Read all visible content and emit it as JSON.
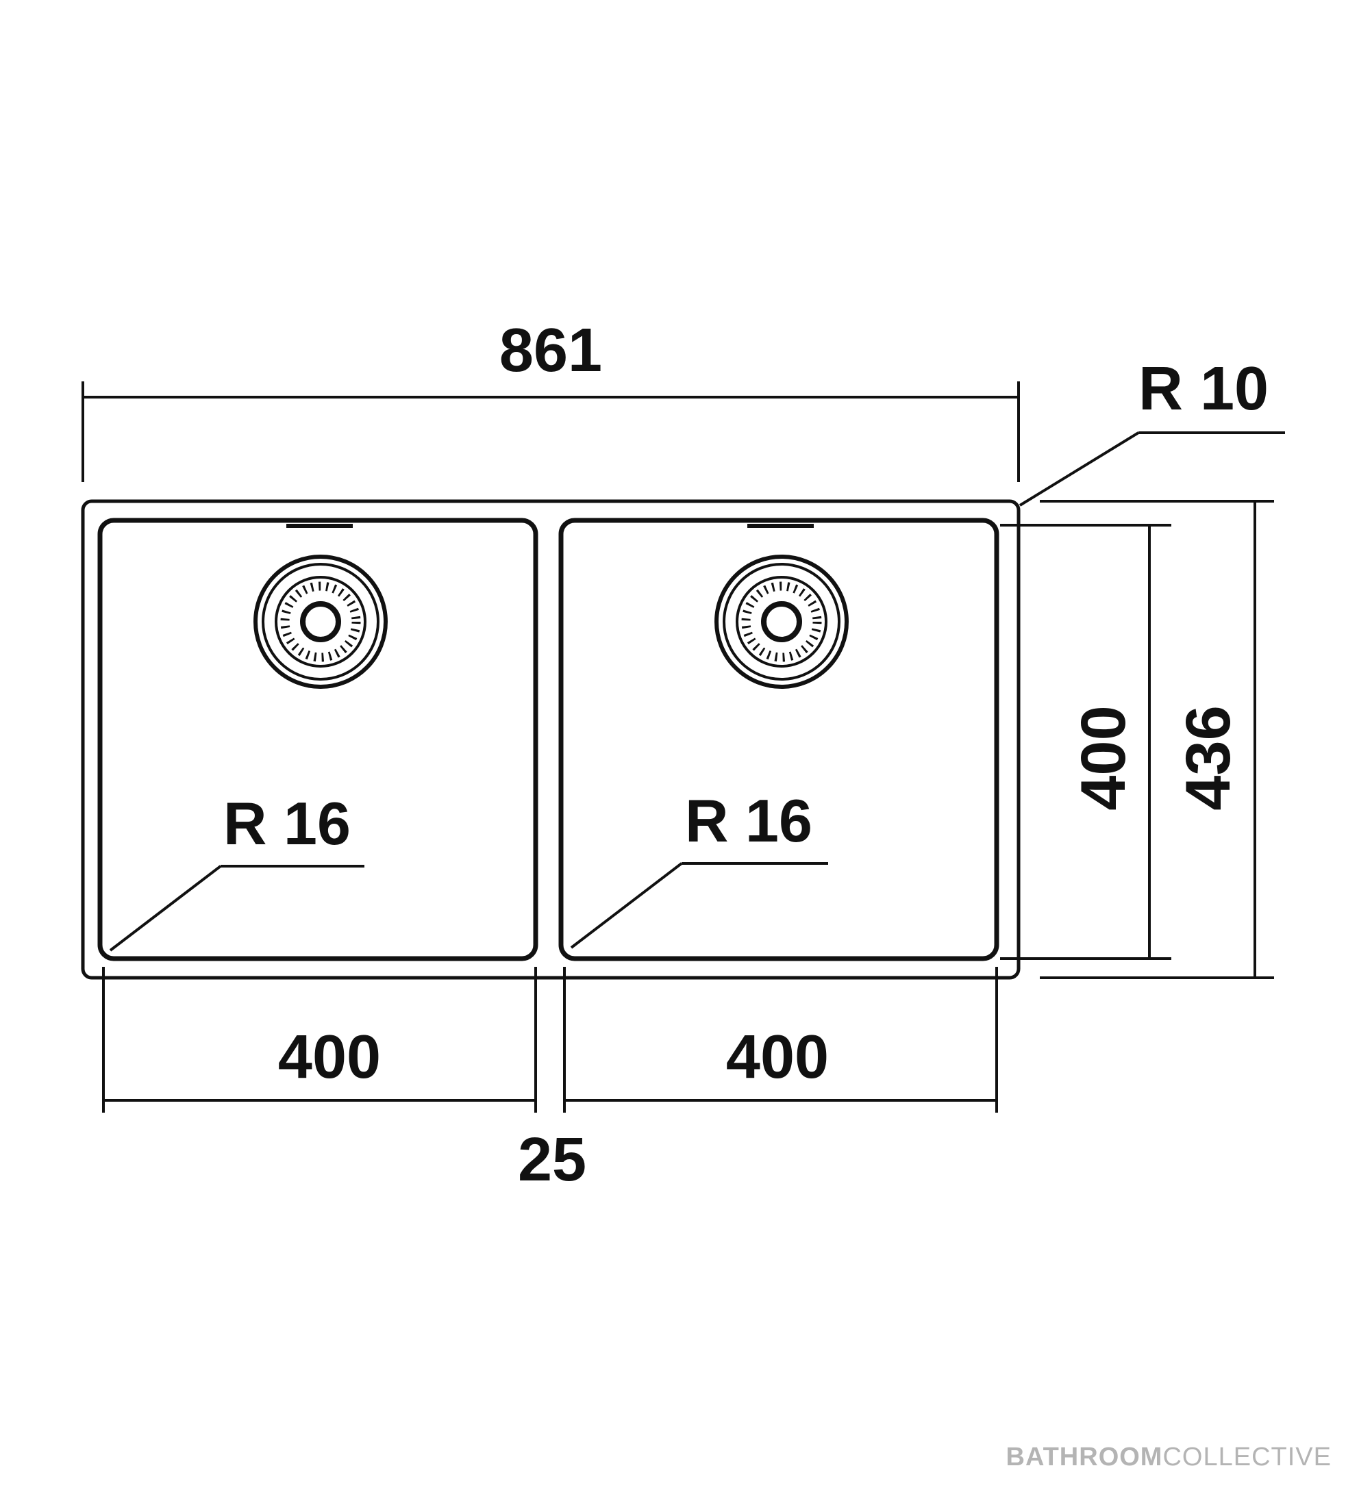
{
  "diagram": {
    "width_overall": "861",
    "corner_radius_outer": "R 10",
    "bowl_left_radius": "R 16",
    "bowl_right_radius": "R 16",
    "bowl_height": "400",
    "overall_height": "436",
    "bowl_left_width": "400",
    "bowl_right_width": "400",
    "divider_width": "25"
  },
  "watermark": {
    "brand_bold": "BATHROOM",
    "brand_light": "COLLECTIVE"
  },
  "colors": {
    "line": "#111111",
    "watermark": "#b4b4b4"
  }
}
